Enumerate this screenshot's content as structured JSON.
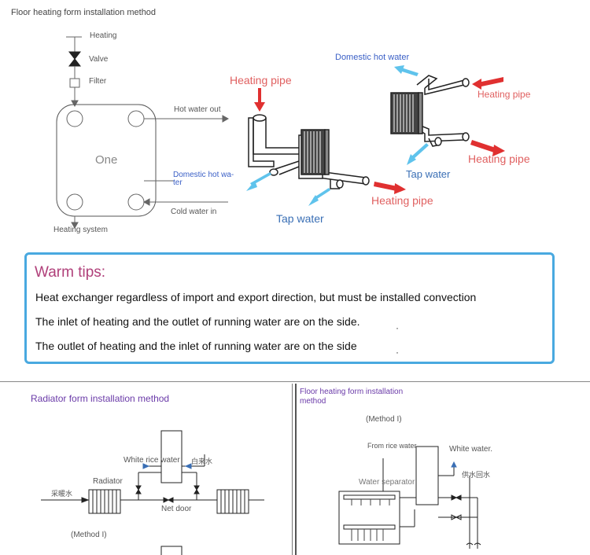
{
  "top": {
    "title": "Floor heating form installation method",
    "left_diagram": {
      "heating": "Heating",
      "valve": "Valve",
      "filter": "Filter",
      "plate_label": "One",
      "hot_water_out": "Hot water out",
      "domestic_hot_water": "Domestic hot wa-",
      "domestic_hot_water_cont": "ter",
      "cold_water_in": "Cold water in",
      "heating_system": "Heating system"
    },
    "mid_diagram": {
      "heating_pipe_in": "Heating pipe",
      "tap_water": "Tap water",
      "heating_pipe_out": "Heating pipe"
    },
    "right_diagram": {
      "domestic_hot_water": "Domestic hot water",
      "heating_pipe_in": "Heating pipe",
      "heating_pipe_out": "Heating pipe",
      "tap_water": "Tap water"
    },
    "tips": {
      "title": "Warm tips:",
      "lines": [
        "Heat exchanger regardless of import and export direction, but must be installed convection",
        "The inlet of heating and the outlet of running water are on the side.",
        "The outlet of heating and the inlet of running water are on the side"
      ]
    }
  },
  "bottom_left": {
    "title": "Radiator form installation method",
    "white_rice_water": "White rice water",
    "cn_white_water": "白来水",
    "radiator": "Radiator",
    "cn_heating_water": "采暖水",
    "net_door": "Net door",
    "method": "(Method I)"
  },
  "bottom_right": {
    "title_line1": "Floor heating form installation",
    "title_line2": "method",
    "method": "(Method I)",
    "from_rice_water": "From rice water",
    "white_water": "White water.",
    "cn_supply_return": "供水回水",
    "water_separator": "Water separator"
  },
  "colors": {
    "heating_red": "#e03030",
    "tap_blue": "#5fc3ec",
    "tips_border": "#49a9e0",
    "tips_title": "#b0407a",
    "label_blue": "#3a5fc6",
    "panel_title_purple": "#6a3aa8"
  }
}
